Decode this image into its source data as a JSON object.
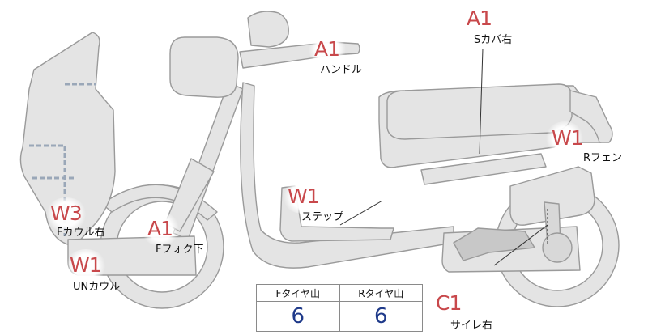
{
  "colors": {
    "code_text": "#c8484b",
    "body_fill": "#e4e4e4",
    "outline": "#9a9a9a",
    "table_value": "#1f3a8a"
  },
  "callouts": [
    {
      "code": "A1",
      "label": "Sカバ右"
    },
    {
      "code": "A1",
      "label": "ハンドル"
    },
    {
      "code": "W1",
      "label": "Rフェン"
    },
    {
      "code": "W3",
      "label": "Fカウル右"
    },
    {
      "code": "A1",
      "label": "Fフォク下"
    },
    {
      "code": "W1",
      "label": "ステップ"
    },
    {
      "code": "W1",
      "label": "UNカウル"
    },
    {
      "code": "C1",
      "label": "サイレ右"
    }
  ],
  "tire_table": {
    "front_label": "Fタイヤ山",
    "rear_label": "Rタイヤ山",
    "front_value": "6",
    "rear_value": "6"
  }
}
